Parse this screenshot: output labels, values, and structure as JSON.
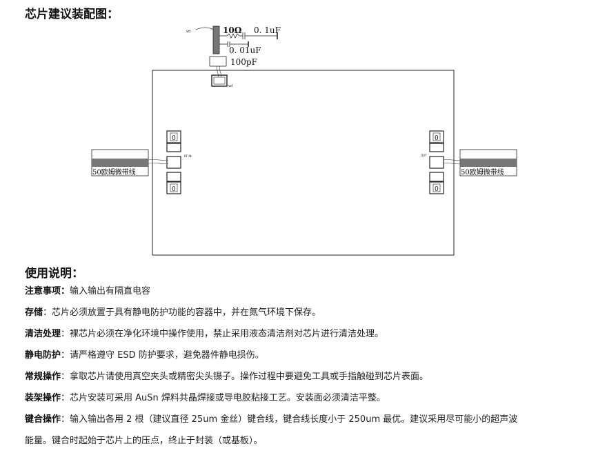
{
  "title": "芯片建议装配图：",
  "usage_title": "使用说明：",
  "diagram": {
    "resistor_label": "10Ω",
    "cap1_label": "0. 1uF",
    "cap2_label": "0. 01uF",
    "cap3_label": "100pF",
    "vd_top": "vd",
    "vd_pad": "vd",
    "rfin_label": "RF IN",
    "out_label": "OUT",
    "pad_zero": "0",
    "line_label": "50欧姆微带线"
  },
  "notes": [
    {
      "label": "注意事项：",
      "text": "输入输出有隔直电容"
    },
    {
      "label": "存储",
      "text": "：芯片必须放置于具有静电防护功能的容器中，并在氮气环境下保存。"
    },
    {
      "label": "清洁处理",
      "text": "：裸芯片必须在净化环境中操作使用，禁止采用液态清洁剂对芯片进行清洁处理。"
    },
    {
      "label": "静电防护",
      "text": "：请严格遵守 ESD 防护要求，避免器件静电损伤。"
    },
    {
      "label": "常规操作",
      "text": "：拿取芯片请使用真空夹头或精密尖头镊子。操作过程中要避免工具或手指触碰到芯片表面。"
    },
    {
      "label": "装架操作",
      "text": "：芯片安装可采用 AuSn 焊料共晶焊接或导电胶粘接工艺。安装面必须清洁平整。"
    },
    {
      "label": "键合操作",
      "text": "：输入输出各用 2 根（建议直径 25um 金丝）键合线，键合线长度小于 250um 最优。建议采用尽可能小的超声波"
    },
    {
      "label": "",
      "text": "能量。键合时起始于芯片上的压点，终止于封装（或基板）。"
    }
  ]
}
